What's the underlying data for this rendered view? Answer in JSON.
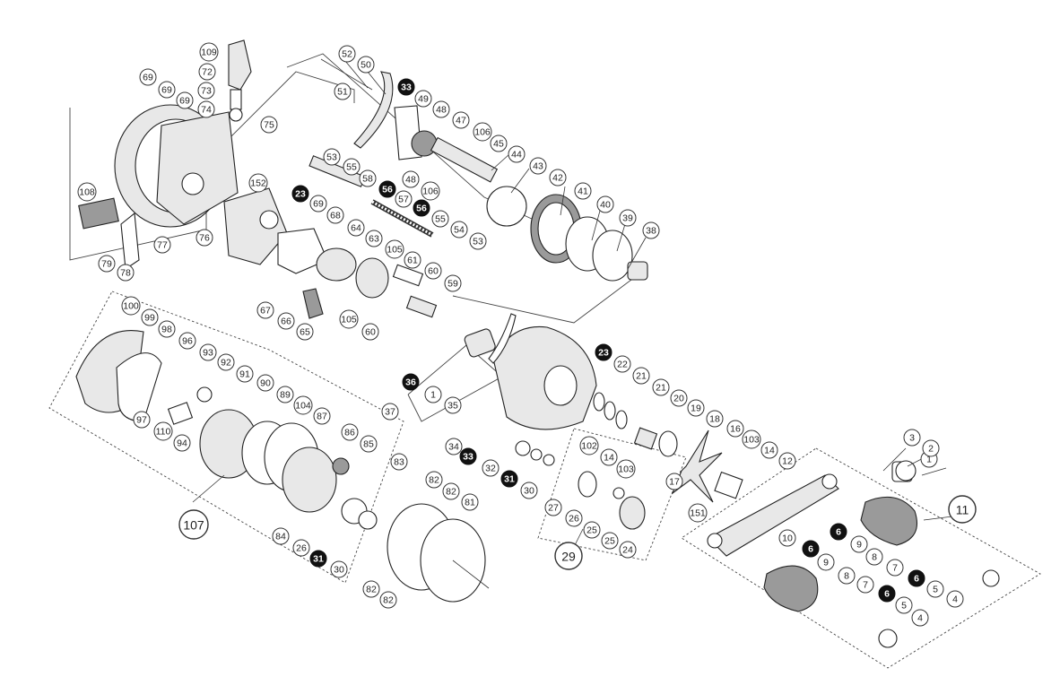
{
  "diagram": {
    "group_labels": [
      "107",
      "29",
      "11"
    ],
    "highlighted_parts": [
      "6",
      "23",
      "31",
      "33",
      "36",
      "56"
    ],
    "part_numbers": [
      "1",
      "2",
      "3",
      "4",
      "5",
      "6",
      "7",
      "8",
      "9",
      "10",
      "11",
      "12",
      "14",
      "16",
      "17",
      "18",
      "19",
      "20",
      "21",
      "22",
      "23",
      "24",
      "25",
      "26",
      "27",
      "29",
      "30",
      "31",
      "32",
      "33",
      "34",
      "35",
      "36",
      "37",
      "38",
      "39",
      "40",
      "41",
      "42",
      "43",
      "44",
      "45",
      "47",
      "48",
      "49",
      "50",
      "51",
      "52",
      "53",
      "54",
      "55",
      "56",
      "57",
      "58",
      "59",
      "60",
      "61",
      "63",
      "64",
      "65",
      "66",
      "67",
      "68",
      "69",
      "72",
      "73",
      "74",
      "75",
      "76",
      "77",
      "78",
      "79",
      "81",
      "82",
      "83",
      "84",
      "85",
      "86",
      "87",
      "89",
      "90",
      "91",
      "92",
      "93",
      "94",
      "96",
      "97",
      "98",
      "99",
      "100",
      "102",
      "103",
      "104",
      "105",
      "106",
      "107",
      "108",
      "109",
      "110",
      "151",
      "152"
    ]
  }
}
